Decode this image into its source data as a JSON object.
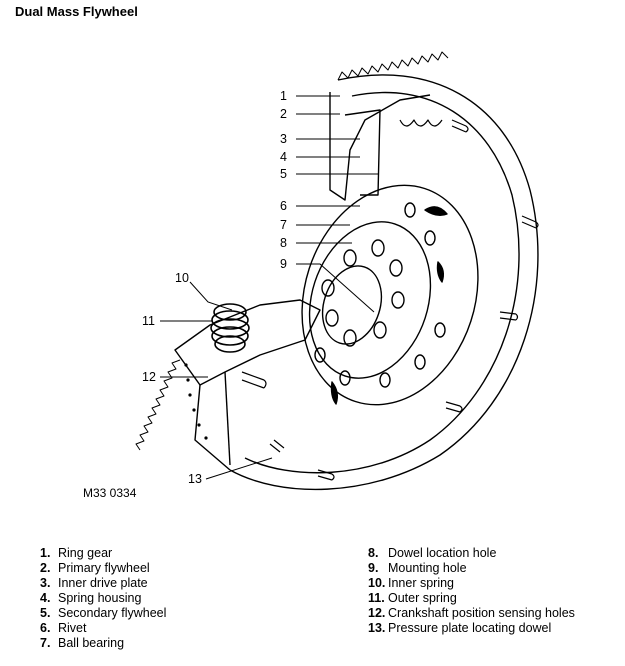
{
  "title": "Dual Mass Flywheel",
  "figure_ref": "M33 0334",
  "callouts": [
    "1",
    "2",
    "3",
    "4",
    "5",
    "6",
    "7",
    "8",
    "9",
    "10",
    "11",
    "12",
    "13"
  ],
  "legend": [
    {
      "num": "1.",
      "text": "Ring gear"
    },
    {
      "num": "2.",
      "text": "Primary flywheel"
    },
    {
      "num": "3.",
      "text": "Inner drive plate"
    },
    {
      "num": "4.",
      "text": "Spring housing"
    },
    {
      "num": "5.",
      "text": "Secondary flywheel"
    },
    {
      "num": "6.",
      "text": "Rivet"
    },
    {
      "num": "7.",
      "text": "Ball bearing"
    },
    {
      "num": "8.",
      "text": "Dowel location hole"
    },
    {
      "num": "9.",
      "text": "Mounting hole"
    },
    {
      "num": "10.",
      "text": "Inner spring"
    },
    {
      "num": "11.",
      "text": "Outer spring"
    },
    {
      "num": "12.",
      "text": "Crankshaft position sensing holes"
    },
    {
      "num": "13.",
      "text": "Pressure plate locating dowel"
    }
  ]
}
